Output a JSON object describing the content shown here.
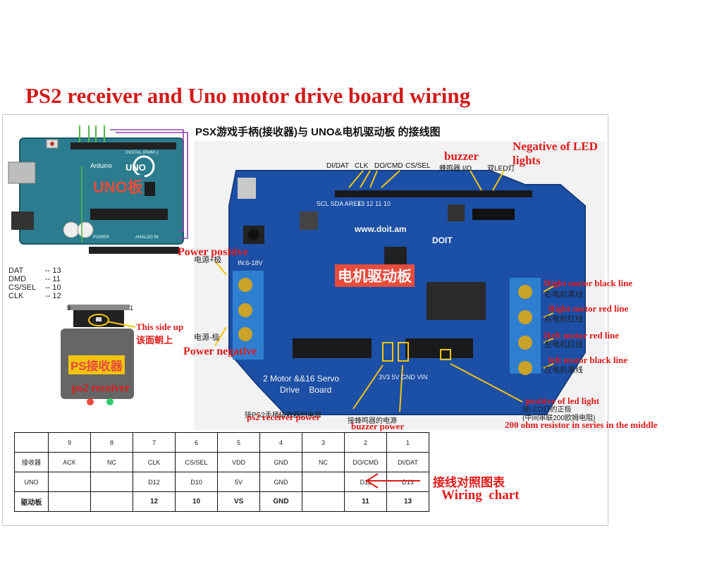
{
  "title": "PS2 receiver and Uno motor drive board wiring",
  "subtitle": "PSX游戏手柄(接收器)与 UNO&电机驱动板 的接线图",
  "arduino": {
    "board_label": "UNO板",
    "logo_text": "UNO",
    "brand": "Arduino",
    "digital": "DIGITAL (PWM~)",
    "power": "POWER",
    "analog": "ANALOG IN"
  },
  "pin_legend": [
    {
      "name": "DAT",
      "value": "-- 13"
    },
    {
      "name": "DMD",
      "value": "-- 11"
    },
    {
      "name": "CS/SEL",
      "value": "-- 10"
    },
    {
      "name": "CLK",
      "value": "-- 12"
    }
  ],
  "receiver": {
    "pin_left": "9",
    "pin_right": "1",
    "label_cn": "PS接收器",
    "label_en": "ps2 receiver",
    "side_up_en": "This side up",
    "side_up_cn": "该面朝上"
  },
  "board": {
    "label_cn": "电机驱动板",
    "url": "www.doit.am",
    "brand": "DOIT",
    "caption_line1": "2 Motor &&16 Servo",
    "caption_line2": "Drive    Board",
    "input_range": "IN:6-18V",
    "silk_pins": "13 12 11 10",
    "silk_side": "SCL SDA AREF",
    "silk_low": "3V3 5V  GND VIN"
  },
  "pin_labels": [
    {
      "text": "DI/DAT"
    },
    {
      "text": "CLK"
    },
    {
      "text": "DO/CMD"
    },
    {
      "text": "CS/SEL"
    },
    {
      "text": "蜂鸣器 I/O"
    },
    {
      "text": "双LED灯"
    }
  ],
  "annotations": {
    "buzzer": "buzzer",
    "negative_led": "Negative of LED lights",
    "power_positive": "Power positive",
    "power_positive_cn": "电源+极",
    "power_negative": "Power negative",
    "power_negative_cn": "电源-极",
    "right_black": "Right motor black line",
    "right_black_cn": "右电机黑线",
    "right_red": "Right motor red line",
    "right_red_cn": "右电机红线",
    "left_red": "Reft motor red line",
    "left_red_cn": "左电机红线",
    "left_black": "left motor black line",
    "left_black_cn": "左电机黑线",
    "ps2_power_cn": "接PS2手柄接收器的电源",
    "ps2_power_en": "ps2 receiver power",
    "buzzer_power_cn": "接蜂鸣器的电源",
    "buzzer_power_en": "buzzer power",
    "led_positive": "positive of led light",
    "led_positive_cn": "接LED灯的正极",
    "led_resistor_cn": "(中间串联200欧姆电阻)",
    "led_resistor": "200 ohm resistor in series in the middle"
  },
  "wiring_table": {
    "rows": [
      [
        "",
        "9",
        "8",
        "7",
        "6",
        "5",
        "4",
        "3",
        "2",
        "1"
      ],
      [
        "接收器",
        "ACK",
        "NC",
        "CLK",
        "CS/SEL",
        "VDD",
        "GND",
        "NC",
        "DO/CMD",
        "DI/DAT"
      ],
      [
        "UNO",
        "",
        "",
        "D12",
        "D10",
        "5V",
        "GND",
        "",
        "D11",
        "D13"
      ],
      [
        "驱动板",
        "",
        "",
        "12",
        "10",
        "VS",
        "GND",
        "",
        "11",
        "13"
      ]
    ]
  },
  "chart_caption_cn": "接线对照图表",
  "chart_caption_en": "Wiring  chart",
  "colors": {
    "accent_red": "#e01b1b",
    "board_blue": "#1c4fa6",
    "arduino_teal": "#2b7c8e",
    "receiver_gray": "#666666"
  }
}
